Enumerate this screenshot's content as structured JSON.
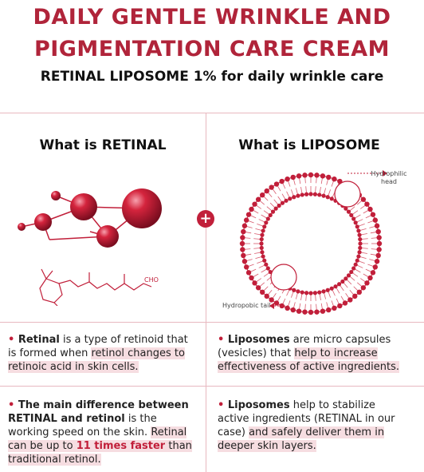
{
  "header": {
    "title_line1": "DAILY GENTLE WRINKLE AND",
    "title_line2": "PIGMENTATION CARE CREAM",
    "subtitle": "RETINAL LIPOSOME 1% for daily wrinkle care"
  },
  "left": {
    "heading": "What is RETINAL",
    "molecule_label": "CHO",
    "bullet1": {
      "bold": "Retinal",
      "t1": " is a type of retinoid that is formed when ",
      "hl1": "retinol changes to",
      "hl2": "retinoic acid in skin cells."
    },
    "bullet2": {
      "bold1": "The main difference between",
      "bold2": "RETINAL and retinol",
      "t1": " is the working speed  on the skin. ",
      "hl1": "Retinal can be up to ",
      "red": "11 times faster",
      "hl2": " than traditional retinol."
    }
  },
  "right": {
    "heading": "What is LIPOSOME",
    "label_head": "Hydrophilic head",
    "label_tail": "Hydropobic tail",
    "bullet1": {
      "bold": "Liposomes",
      "t1": " are micro capsules (vesicles) that ",
      "hl1": "help to increase",
      "hl2": "effectiveness of active ingredients."
    },
    "bullet2": {
      "bold": "Liposomes",
      "t1": " help to stabilize active ingredients (RETINAL in our case) ",
      "hl1": "and safely deliver them in deeper skin layers."
    }
  },
  "center": {
    "plus_symbol": "+"
  },
  "colors": {
    "brand": "#b0243a",
    "accent": "#c11f3a",
    "highlight": "#f6dde1"
  }
}
